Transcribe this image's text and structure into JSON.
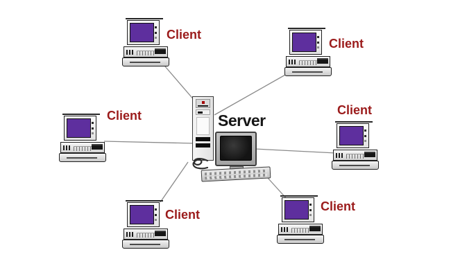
{
  "diagram": {
    "type": "client-server-network",
    "server": {
      "label": "Server"
    },
    "clients": [
      {
        "position": "top-left",
        "label": "Client"
      },
      {
        "position": "top-right",
        "label": "Client"
      },
      {
        "position": "middle-left",
        "label": "Client"
      },
      {
        "position": "middle-right",
        "label": "Client"
      },
      {
        "position": "bottom-left",
        "label": "Client"
      },
      {
        "position": "bottom-right",
        "label": "Client"
      }
    ],
    "connections": [
      {
        "from": "client-top-left",
        "to": "server"
      },
      {
        "from": "client-top-right",
        "to": "server"
      },
      {
        "from": "client-middle-left",
        "to": "server"
      },
      {
        "from": "client-middle-right",
        "to": "server"
      },
      {
        "from": "client-bottom-left",
        "to": "server"
      },
      {
        "from": "client-bottom-right",
        "to": "server"
      }
    ],
    "colors": {
      "background": "#FFFFFF",
      "client_label": "#9B1B1B",
      "server_label": "#161616",
      "client_screen": "#5E2F9E",
      "server_screen": "#141414",
      "connection_line": "#8A8A8A"
    },
    "icons": {
      "client": "desktop-computer-icon",
      "server": "tower-server-with-monitor-keyboard-icon"
    }
  }
}
